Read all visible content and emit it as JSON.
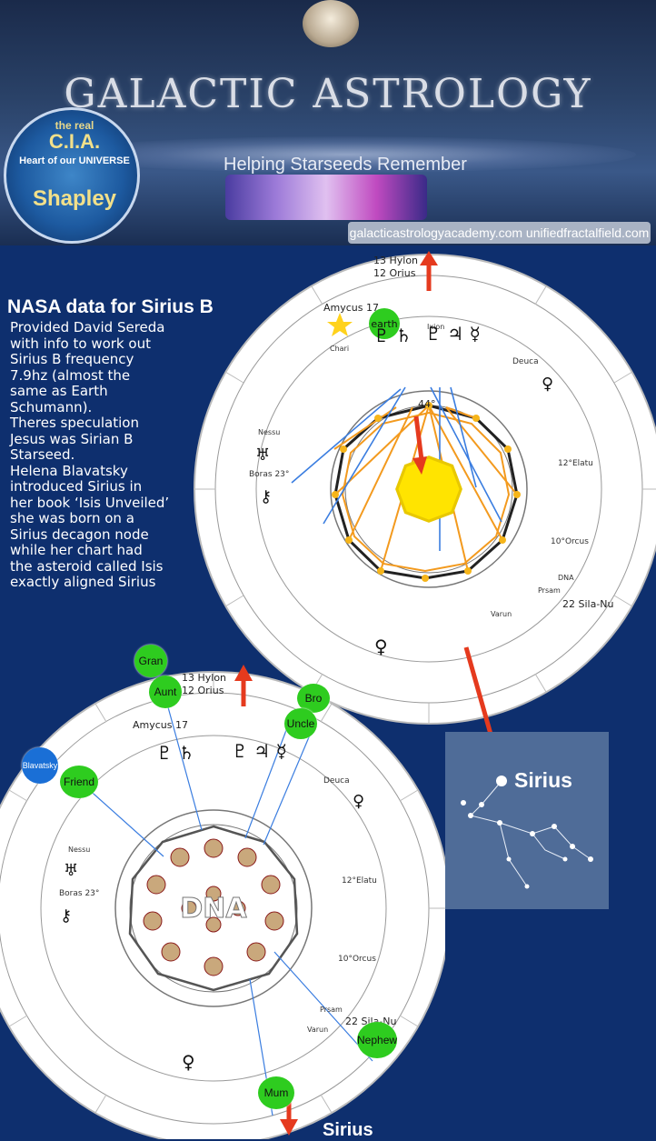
{
  "banner": {
    "title": "GALACTIC ASTROLOGY",
    "tagline": "Helping Starseeds Remember",
    "links": "galacticastrologyacademy.com   unifiedfractalfield.com",
    "seal_line1": "the real",
    "seal_line2": "C.I.A.",
    "seal_line3": "Heart of our UNIVERSE",
    "seal_line4": "Shapley"
  },
  "article": {
    "heading": "NASA data for Sirius B",
    "body": "Provided David Sereda\nwith info to work out\nSirius B frequency\n7.9hz (almost the\nsame  as Earth\nSchumann).\nTheres speculation\nJesus was Sirian B\nStarseed.\nHelena Blavatsky\nintroduced Sirius in\nher book ‘Isis Unveiled’\nshe was born on a\nSirius decagon node\nwhile her chart had\nthe asteroid called Isis\nexactly aligned Sirius"
  },
  "chart_top": {
    "hylon": "13 Hylon",
    "orius": "12 Orius",
    "amycus": "Amycus 17",
    "earth": "earth",
    "center_degree": "44°",
    "deuca": "Deuca",
    "nessu": "Nessu",
    "boras": "Boras 23°",
    "elatu": "12°Elatu",
    "orcus": "10°Orcus",
    "sila_nu": "22 Sila-Nu",
    "dna": "DNA",
    "prsam": "Prsam",
    "varun": "Varun",
    "ixion": "Ixion",
    "chari": "Chari"
  },
  "chart_bottom": {
    "hylon": "13 Hylon",
    "orius": "12 Orius",
    "amycus": "Amycus 17",
    "center": "DNA",
    "deuca": "Deuca",
    "nessu": "Nessu",
    "boras": "Boras 23°",
    "elatu": "12°Elatu",
    "orcus": "10°Orcus",
    "sila_nu": "22 Sila-Nu",
    "prsam": "Prsam",
    "varun": "Varun"
  },
  "family_tags": {
    "gran": "Gran",
    "aunt": "Aunt",
    "bro": "Bro",
    "uncle": "Uncle",
    "blavatsky": "Blavatsky",
    "friend": "Friend",
    "nephew": "Nephew",
    "mum": "Mum"
  },
  "sirius": {
    "label": "Sirius",
    "bottom_label": "Sirius"
  },
  "colors": {
    "background": "#0e2f6e",
    "accent_red": "#e53a1e",
    "tag_green": "#2ecc1f",
    "sun_yellow": "#ffe400",
    "aspect_orange": "#f39a1e",
    "aspect_blue": "#3a7de0"
  }
}
